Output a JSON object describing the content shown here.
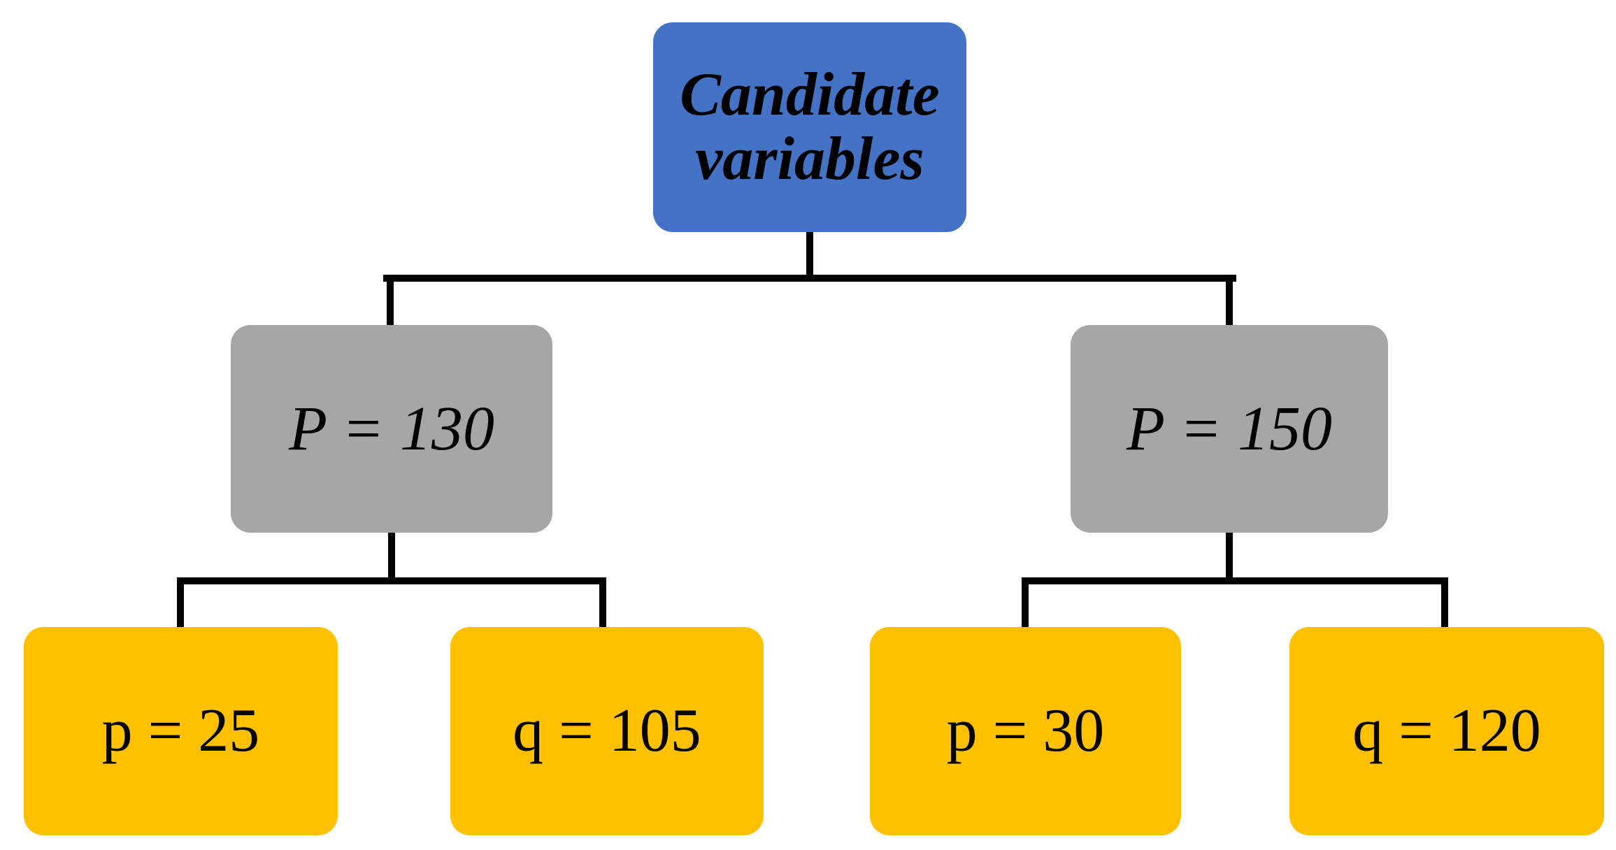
{
  "diagram": {
    "type": "tree",
    "tree": {
      "label": "Candidate variables",
      "role": "root",
      "children": [
        {
          "label": "P = 130",
          "role": "branch",
          "children": [
            {
              "label": "p = 25",
              "role": "leaf"
            },
            {
              "label": "q = 105",
              "role": "leaf"
            }
          ]
        },
        {
          "label": "P = 150",
          "role": "branch",
          "children": [
            {
              "label": "p = 30",
              "role": "leaf"
            },
            {
              "label": "q = 120",
              "role": "leaf"
            }
          ]
        }
      ]
    },
    "colors": {
      "root": "#4472C4",
      "branch": "#A6A6A6",
      "leaf": "#FFC000",
      "line": "#000000",
      "text": "#000000",
      "background": "#FFFFFF"
    }
  }
}
